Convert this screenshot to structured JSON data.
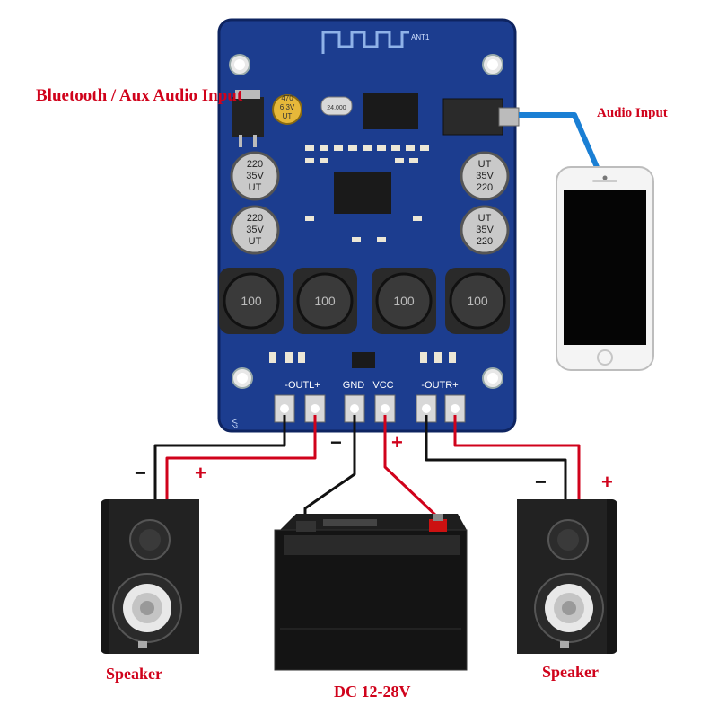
{
  "labels": {
    "input_title": "Bluetooth / Aux Audio Input",
    "audio_input": "Audio Input",
    "speaker_left": "Speaker",
    "speaker_right": "Speaker",
    "power": "DC 12-28V"
  },
  "board": {
    "terminals": [
      "-OUTL+",
      "GND",
      "VCC",
      "-OUTR+"
    ],
    "version": "V2",
    "antenna": "ANT1",
    "inductor_value": "100",
    "capacitor_values": [
      "220",
      "35V",
      "UT"
    ],
    "small_cap": [
      "470",
      "6.3V",
      "UT"
    ],
    "crystal": "24.000"
  },
  "polarity": {
    "minus": "−",
    "plus": "+"
  },
  "colors": {
    "board": "#1c3d8f",
    "wire_red": "#d0021b",
    "wire_black": "#111111",
    "aux_cable": "#1a7fd4",
    "label_red": "#d0021b"
  }
}
